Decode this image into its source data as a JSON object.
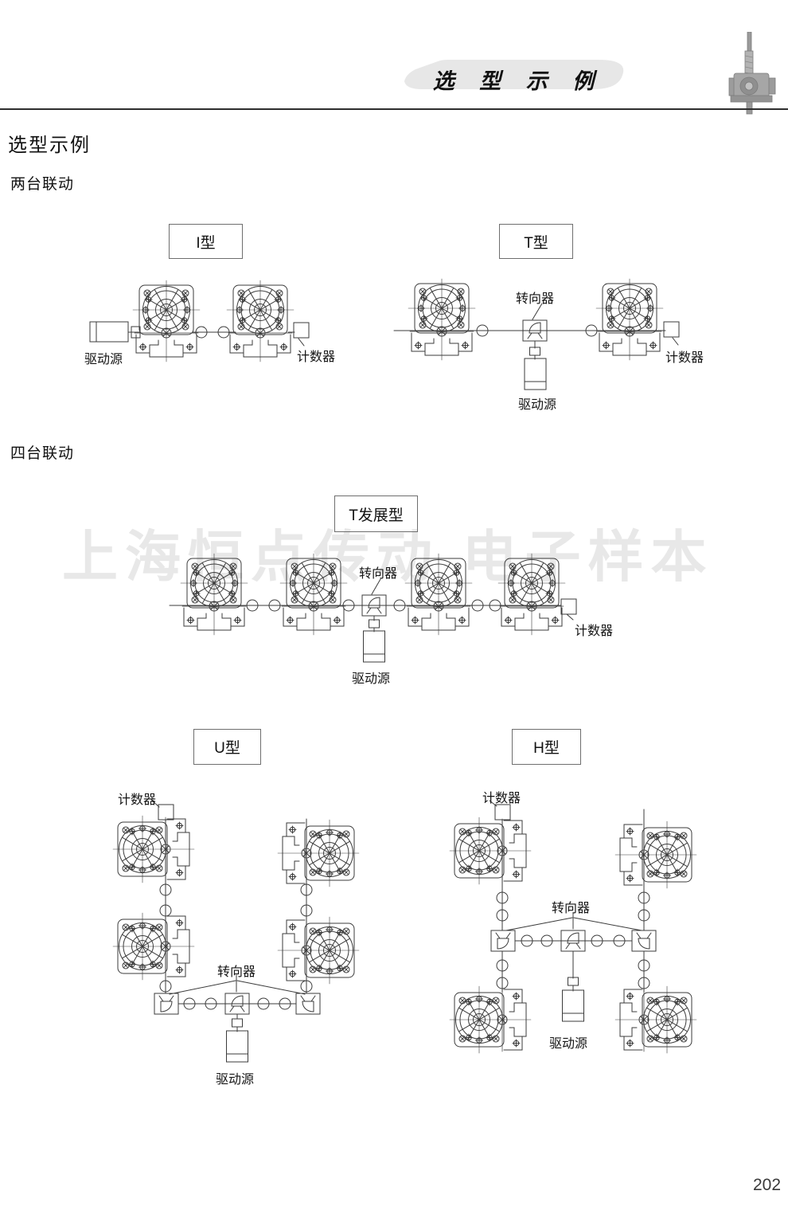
{
  "page": {
    "number": "202"
  },
  "header": {
    "banner_title": "选 型 示 例"
  },
  "headings": {
    "page_title": "选型示例",
    "two_unit": "两台联动",
    "four_unit": "四台联动"
  },
  "watermark": {
    "text": "上海恒点传动 电子样本",
    "color": "#e8e8e8"
  },
  "diagrams": {
    "i_type": {
      "title": "I型",
      "labels": {
        "drive": "驱动源",
        "counter": "计数器"
      }
    },
    "t_type": {
      "title": "T型",
      "labels": {
        "diverter": "转向器",
        "counter": "计数器",
        "drive": "驱动源"
      }
    },
    "t_ext": {
      "title": "T发展型",
      "labels": {
        "diverter": "转向器",
        "counter": "计数器",
        "drive": "驱动源"
      }
    },
    "u_type": {
      "title": "U型",
      "labels": {
        "counter": "计数器",
        "diverter": "转向器",
        "drive": "驱动源"
      }
    },
    "h_type": {
      "title": "H型",
      "labels": {
        "counter": "计数器",
        "diverter": "转向器",
        "drive": "驱动源"
      }
    }
  },
  "icons": {
    "header_photo": "screw-jack-photo",
    "gearbox": "worm-gear-screw-jack-top-view",
    "diverter_box": "bevel-gear-diverter",
    "motor": "drive-motor",
    "coupling": "shaft-coupling",
    "counter_box": "counter-device"
  },
  "colors": {
    "line": "#3b3b3b",
    "banner_fill": "#e7e7e7",
    "rule": "#2e2e2e"
  }
}
